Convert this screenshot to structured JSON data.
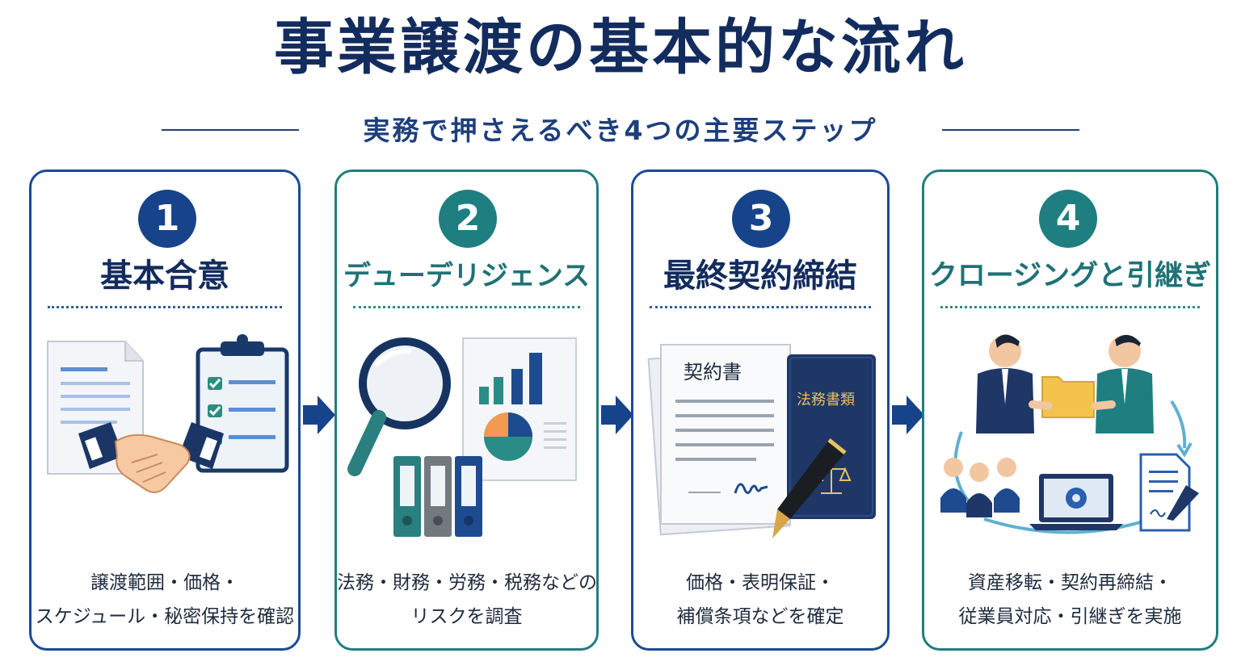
{
  "title": "事業譲渡の基本的な流れ",
  "subtitle": "実務で押さえるべき4つの主要ステップ",
  "steps": [
    {
      "number": "1",
      "title": "基本合意",
      "description": [
        "譲渡範囲・価格・",
        "スケジュール・秘密保持を確認"
      ],
      "icons": [
        "document-icon",
        "handshake-icon",
        "checklist-clipboard-icon"
      ]
    },
    {
      "number": "2",
      "title": "デューデリジェンス",
      "description": [
        "法務・財務・労務・税務などの",
        "リスクを調査"
      ],
      "icons": [
        "magnifier-icon",
        "bar-chart-report-icon",
        "pie-chart-icon",
        "binders-icon"
      ]
    },
    {
      "number": "3",
      "title": "最終契約締結",
      "description": [
        "価格・表明保証・",
        "補償条項などを確定"
      ],
      "contract_label": "契約書",
      "book_label": "法務書類",
      "icons": [
        "contract-document-icon",
        "fountain-pen-icon",
        "legal-book-icon",
        "scales-icon"
      ]
    },
    {
      "number": "4",
      "title": "クロージングと引継ぎ",
      "description": [
        "資産移転・契約再締結・",
        "従業員対応・引継ぎを実施"
      ],
      "icons": [
        "folder-handover-icon",
        "employees-icon",
        "laptop-gear-icon",
        "signed-document-icon",
        "cycle-arrows-icon"
      ]
    }
  ],
  "colors": {
    "navy": "#132c5e",
    "blue": "#17438b",
    "teal": "#1f7f80",
    "orange": "#f29a50",
    "gold": "#f3c34d"
  }
}
